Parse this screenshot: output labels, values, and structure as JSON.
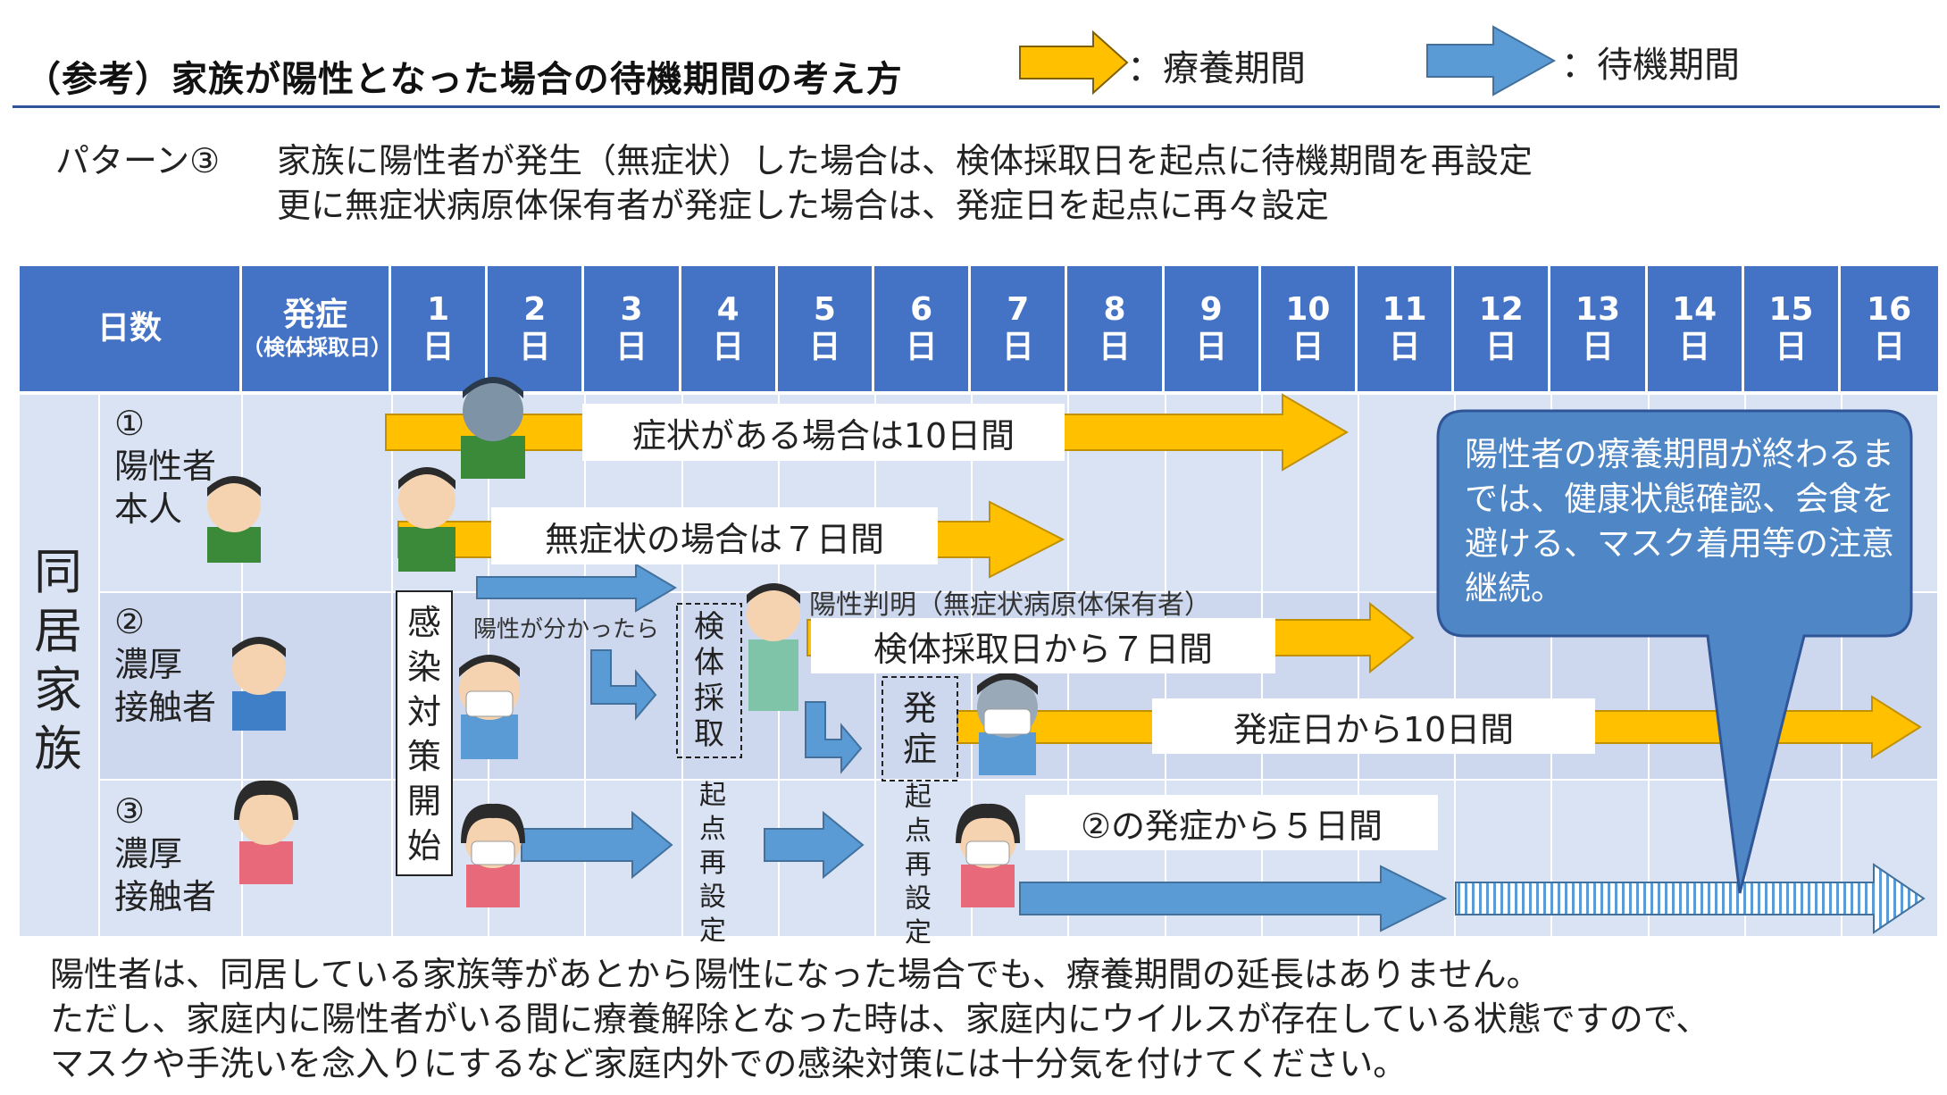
{
  "title": "（参考）家族が陽性となった場合の待機期間の考え方",
  "legend": {
    "recuperation": "：療養期間",
    "waiting": "：待機期間"
  },
  "pattern": {
    "label": "パターン③",
    "line1": "家族に陽性者が発生（無症状）した場合は、検体採取日を起点に待機期間を再設定",
    "line2": "更に無症状病原体保有者が発症した場合は、発症日を起点に再々設定"
  },
  "header": {
    "days_label": "日数",
    "onset_label": "発症",
    "onset_sub": "（検体採取日）",
    "day_unit": "日",
    "days": [
      "1",
      "2",
      "3",
      "4",
      "5",
      "6",
      "7",
      "8",
      "9",
      "10",
      "11",
      "12",
      "13",
      "14",
      "15",
      "16"
    ]
  },
  "group_label": [
    "同",
    "居",
    "家",
    "族"
  ],
  "rows": [
    {
      "num": "①",
      "line1": "陽性者",
      "line2": "本人"
    },
    {
      "num": "②",
      "line1": "濃厚",
      "line2": "接触者"
    },
    {
      "num": "③",
      "line1": "濃厚",
      "line2": "接触者"
    }
  ],
  "bars": {
    "symptomatic": "症状がある場合は10日間",
    "asymptomatic": "無症状の場合は７日間",
    "sample_7": "検体採取日から７日間",
    "onset_10": "発症日から10日間",
    "onset_5": "②の発症から５日間"
  },
  "notes": {
    "if_positive": "陽性が分かったら",
    "positive_found": "陽性判明（無症状病原体保有者）"
  },
  "vertical": {
    "infection_control": [
      "感",
      "染",
      "対",
      "策",
      "開",
      "始"
    ],
    "sample": [
      "検",
      "体",
      "採",
      "取"
    ],
    "onset": [
      "発",
      "症"
    ],
    "reset": [
      "起",
      "点",
      "再",
      "設",
      "定"
    ]
  },
  "bubble": "陽性者の療養期間が終わるまでは、健康状態確認、会食を避ける、マスク着用等の注意継続。",
  "footer": [
    "陽性者は、同居している家族等があとから陽性になった場合でも、療養期間の延長はありません。",
    "ただし、家庭内に陽性者がいる間に療養解除となった時は、家庭内にウイルスが存在している状態ですので、",
    "マスクや手洗いを念入りにするなど家庭内外での感染対策には十分気を付けてください。"
  ],
  "colors": {
    "header_blue": "#4472c4",
    "row_light": "#dae3f3",
    "row_mid": "#cdd8ee",
    "yellow_arrow": "#ffc000",
    "blue_arrow": "#5b9bd5",
    "bubble": "#4f86c6"
  }
}
